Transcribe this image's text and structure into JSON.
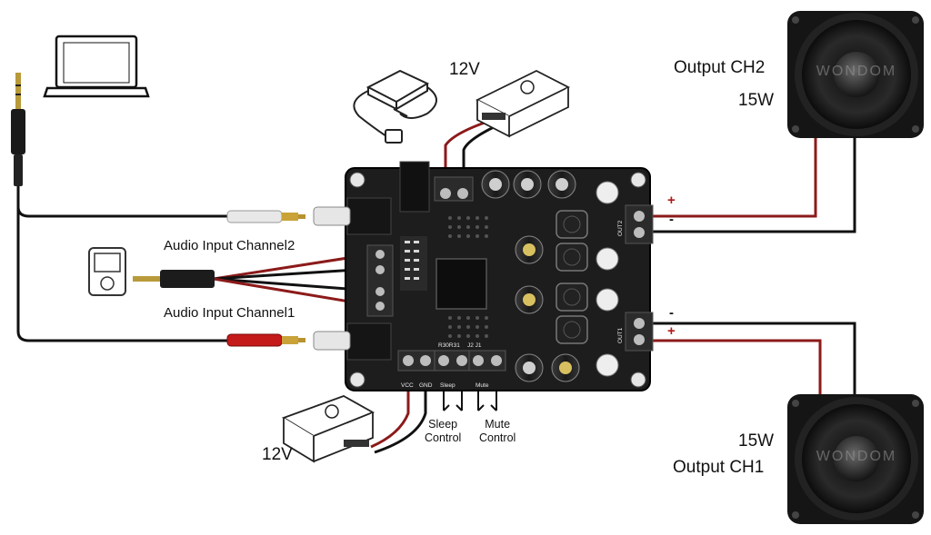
{
  "labels": {
    "top_12v": "12V",
    "bottom_12v": "12V",
    "output_ch2": "Output CH2",
    "output_ch2_power": "15W",
    "output_ch1": "Output CH1",
    "output_ch1_power": "15W",
    "audio_input_ch2": "Audio Input Channel2",
    "audio_input_ch1": "Audio Input Channel1",
    "sleep_control": "Sleep\nControl",
    "mute_control": "Mute\nControl",
    "plus_top": "+",
    "minus_top": "-",
    "minus_bottom": "-",
    "plus_bottom": "+"
  },
  "board_silkscreen": {
    "vcc": "VCC",
    "gnd": "GND",
    "sleep": "Sleep",
    "mute": "Mute",
    "out2": "OUT2",
    "out1": "OUT1",
    "r30r31": "R30R31",
    "j2j1": "J2  J1"
  },
  "speaker_brand": "WONDOM",
  "colors": {
    "wire_red": "#8c1a1a",
    "wire_black": "#111111",
    "pcb": "#1d1d1d",
    "terminal": "#2b2b2b"
  }
}
